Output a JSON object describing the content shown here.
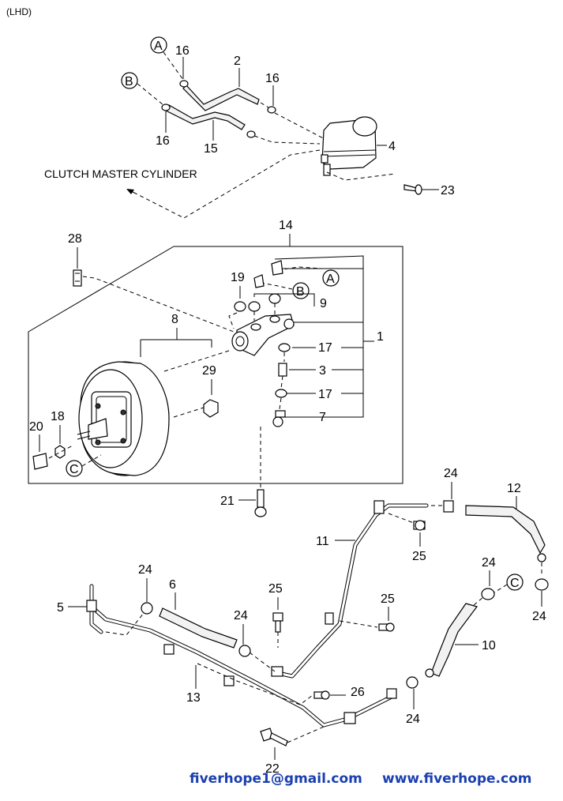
{
  "header": {
    "drive_label": "(LHD)"
  },
  "annotation": {
    "clutch_label": "CLUTCH MASTER CYLINDER"
  },
  "callouts": {
    "c1": "1",
    "c2": "2",
    "c3": "3",
    "c4": "4",
    "c5": "5",
    "c6": "6",
    "c7": "7",
    "c8": "8",
    "c9": "9",
    "c10": "10",
    "c11": "11",
    "c12": "12",
    "c13": "13",
    "c14": "14",
    "c15": "15",
    "c16a": "16",
    "c16b": "16",
    "c16c": "16",
    "c17a": "17",
    "c17b": "17",
    "c18": "18",
    "c19": "19",
    "c20": "20",
    "c21": "21",
    "c22": "22",
    "c23": "23",
    "c24a": "24",
    "c24b": "24",
    "c24c": "24",
    "c24d": "24",
    "c24e": "24",
    "c24f": "24",
    "c25a": "25",
    "c25b": "25",
    "c25c": "25",
    "c26": "26",
    "c28": "28",
    "c29": "29"
  },
  "refs": {
    "a_top": "A",
    "b_top": "B",
    "a_mid": "A",
    "b_mid": "B",
    "c_left": "C",
    "c_right": "C"
  },
  "footer": {
    "email": "fiverhope1@gmail.com",
    "website": "www.fiverhope.com"
  }
}
